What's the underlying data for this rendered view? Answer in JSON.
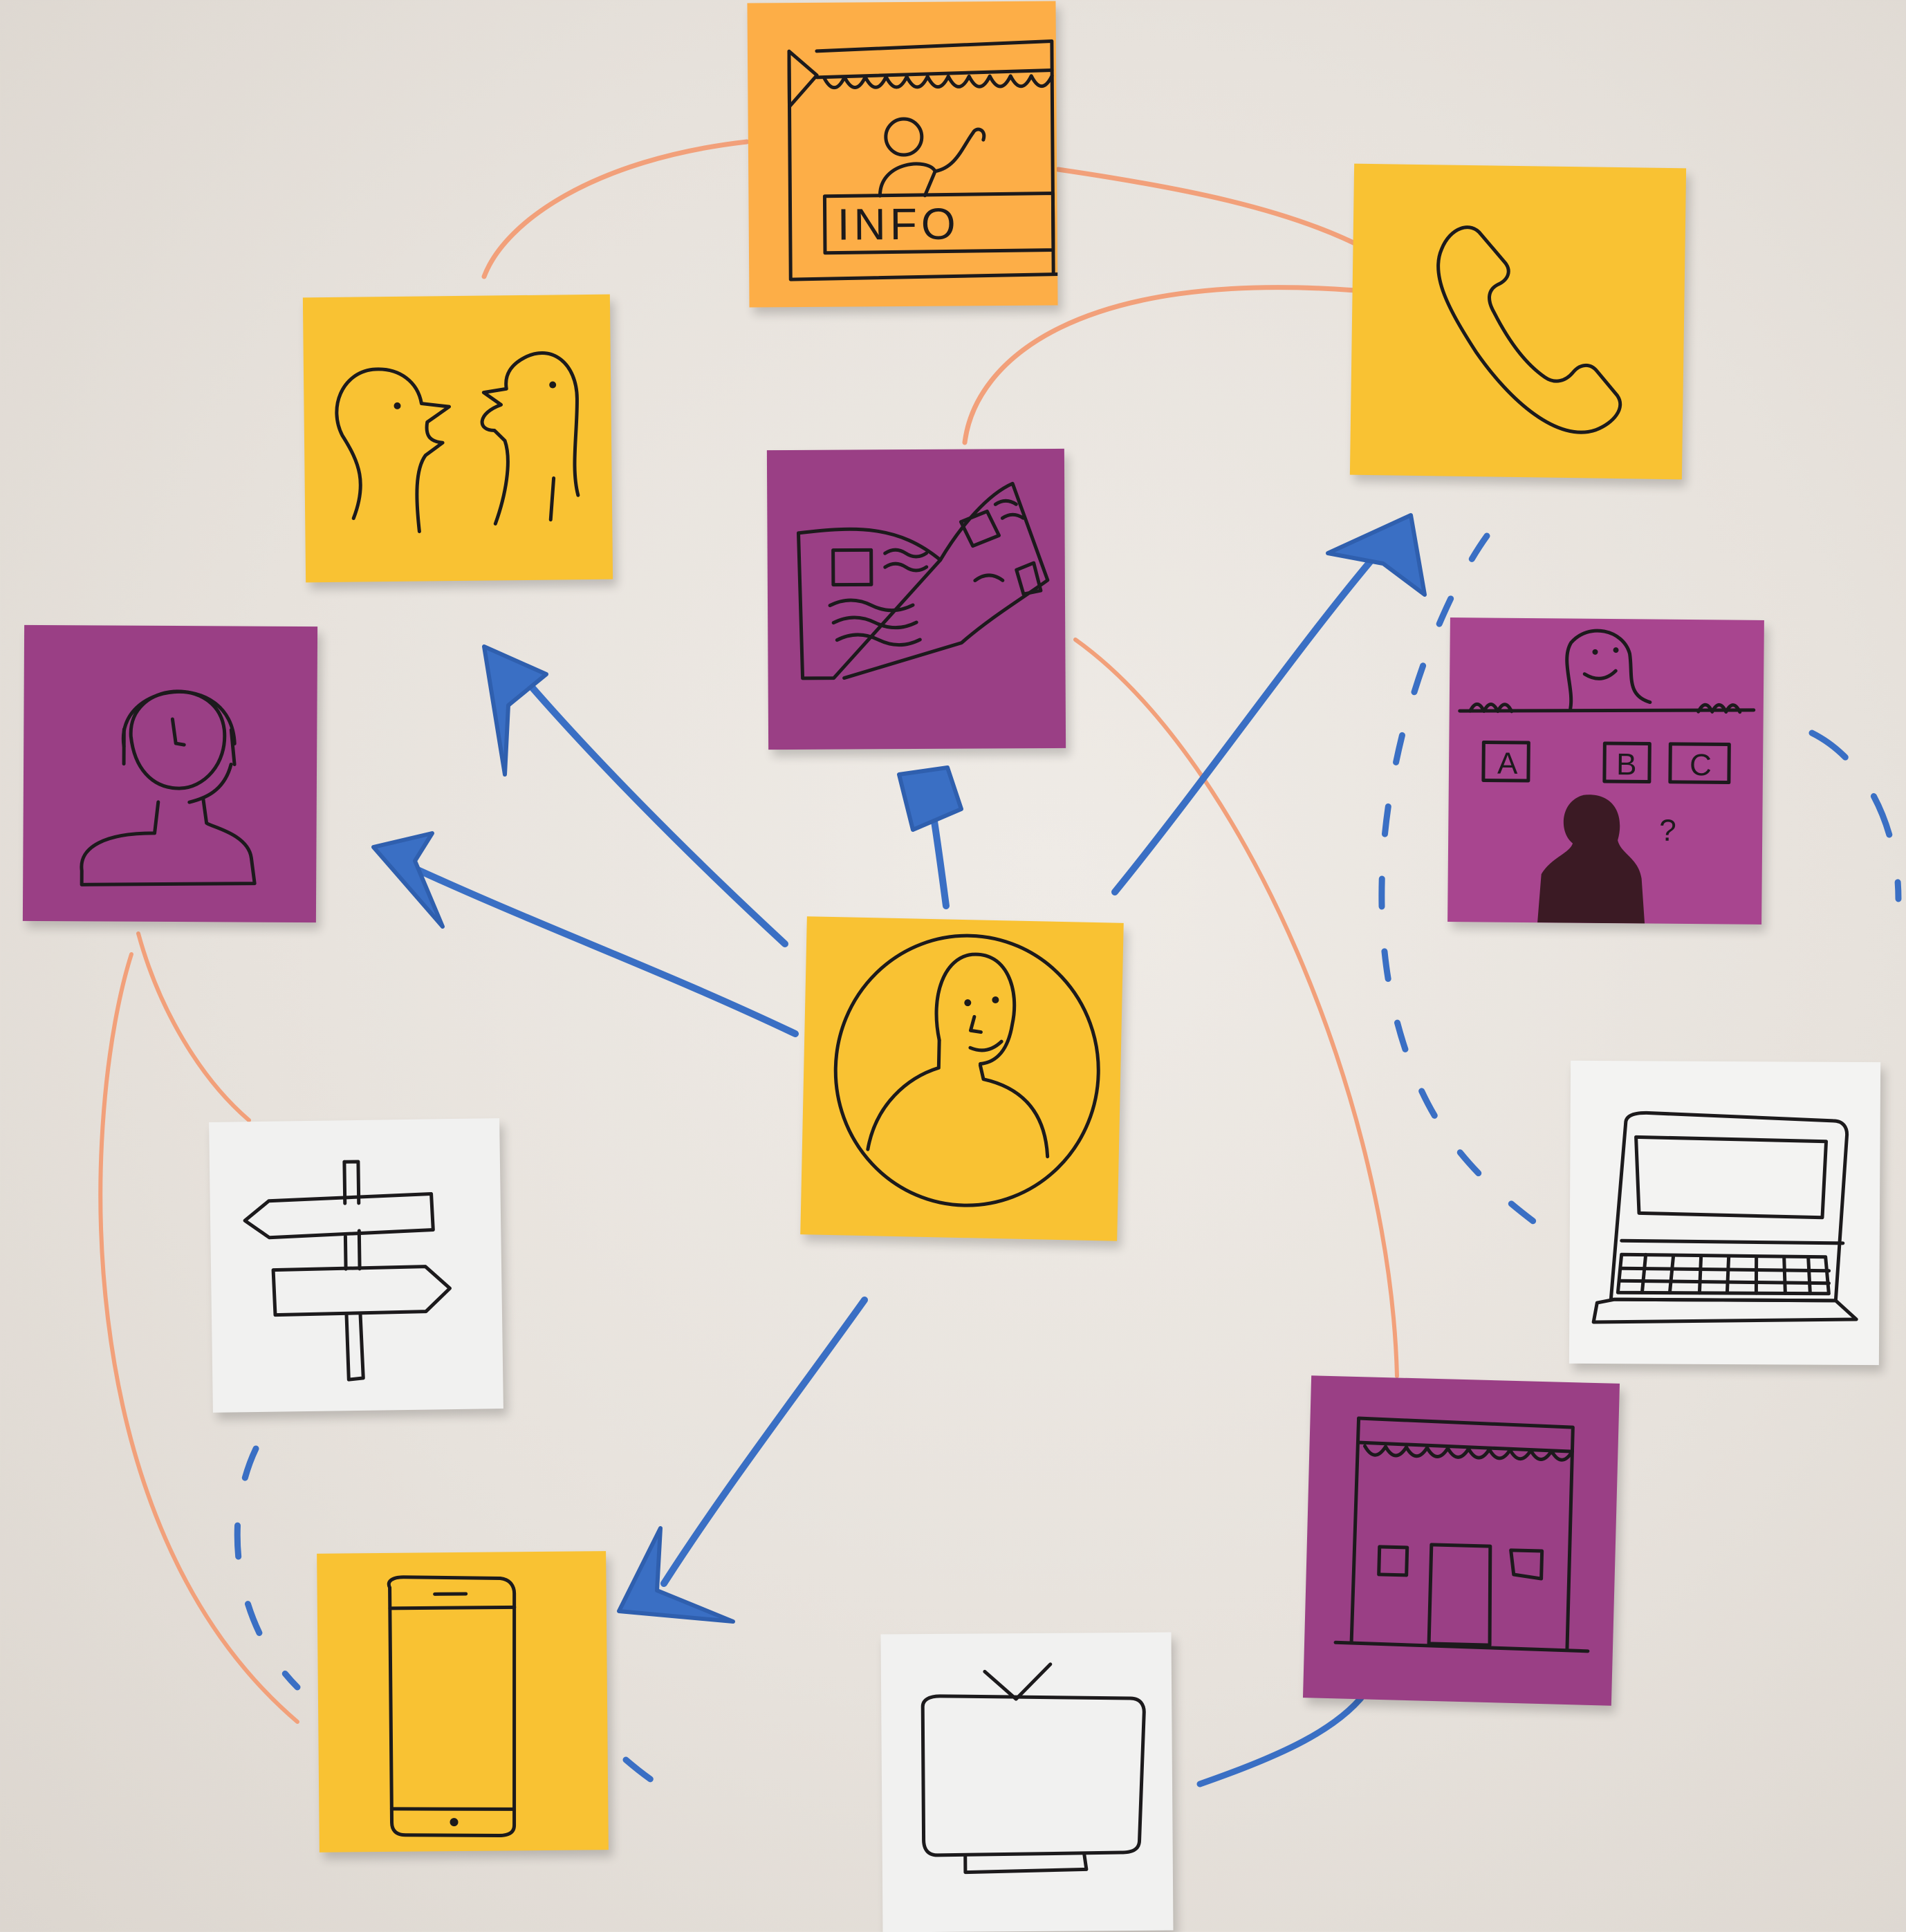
{
  "colors": {
    "board": "#e9e5df",
    "note_orange": "#fdae47",
    "note_yellow": "#f9c233",
    "note_purple": "#9a3f85",
    "note_white": "#f1f1f0",
    "marker_blue": "#3a6fc4",
    "marker_orange": "#f2a07a",
    "ink": "#1c1a1c"
  },
  "notes": [
    {
      "id": "info-booth",
      "color": "orange",
      "icon": "info-booth-icon",
      "label": "INFO"
    },
    {
      "id": "phone",
      "color": "yellow",
      "icon": "telephone-handset-icon"
    },
    {
      "id": "conversation",
      "color": "yellow",
      "icon": "two-people-talking-icon"
    },
    {
      "id": "brochure",
      "color": "purple",
      "icon": "open-brochure-icon"
    },
    {
      "id": "call-agent",
      "color": "purple",
      "icon": "headset-agent-icon"
    },
    {
      "id": "queue-counter",
      "color": "purple",
      "icon": "queue-counter-icon",
      "counter_labels": [
        "A",
        "B",
        "C"
      ],
      "mark": "?"
    },
    {
      "id": "user",
      "color": "yellow",
      "icon": "user-portrait-icon"
    },
    {
      "id": "signpost",
      "color": "white",
      "icon": "signpost-icon"
    },
    {
      "id": "laptop",
      "color": "white",
      "icon": "laptop-icon"
    },
    {
      "id": "storefront",
      "color": "purple",
      "icon": "storefront-icon"
    },
    {
      "id": "smartphone",
      "color": "yellow",
      "icon": "smartphone-icon"
    },
    {
      "id": "television",
      "color": "white",
      "icon": "television-icon"
    }
  ],
  "connections": [
    {
      "from": "user",
      "to": "call-agent",
      "style": "blue-arrow"
    },
    {
      "from": "user",
      "to": "conversation",
      "style": "blue-arrow"
    },
    {
      "from": "user",
      "to": "brochure",
      "style": "blue-arrow"
    },
    {
      "from": "user",
      "to": "phone",
      "style": "blue-arrow"
    },
    {
      "from": "user",
      "to": "smartphone",
      "style": "blue-arrow"
    },
    {
      "from": "conversation",
      "to": "info-booth",
      "style": "orange-line"
    },
    {
      "from": "info-booth",
      "to": "phone",
      "style": "orange-line"
    },
    {
      "from": "brochure",
      "to": "phone",
      "style": "orange-line"
    },
    {
      "from": "brochure",
      "to": "storefront",
      "style": "orange-line"
    },
    {
      "from": "call-agent",
      "to": "signpost",
      "style": "orange-line"
    },
    {
      "from": "call-agent",
      "to": "smartphone",
      "style": "orange-line"
    },
    {
      "from": "phone",
      "to": "laptop",
      "style": "blue-dashed"
    },
    {
      "from": "queue-counter",
      "to": "laptop",
      "style": "blue-dashed"
    },
    {
      "from": "signpost",
      "to": "smartphone",
      "style": "blue-dashed"
    },
    {
      "from": "smartphone",
      "to": "television",
      "style": "blue-dashed"
    },
    {
      "from": "television",
      "to": "storefront",
      "style": "blue-line"
    }
  ]
}
